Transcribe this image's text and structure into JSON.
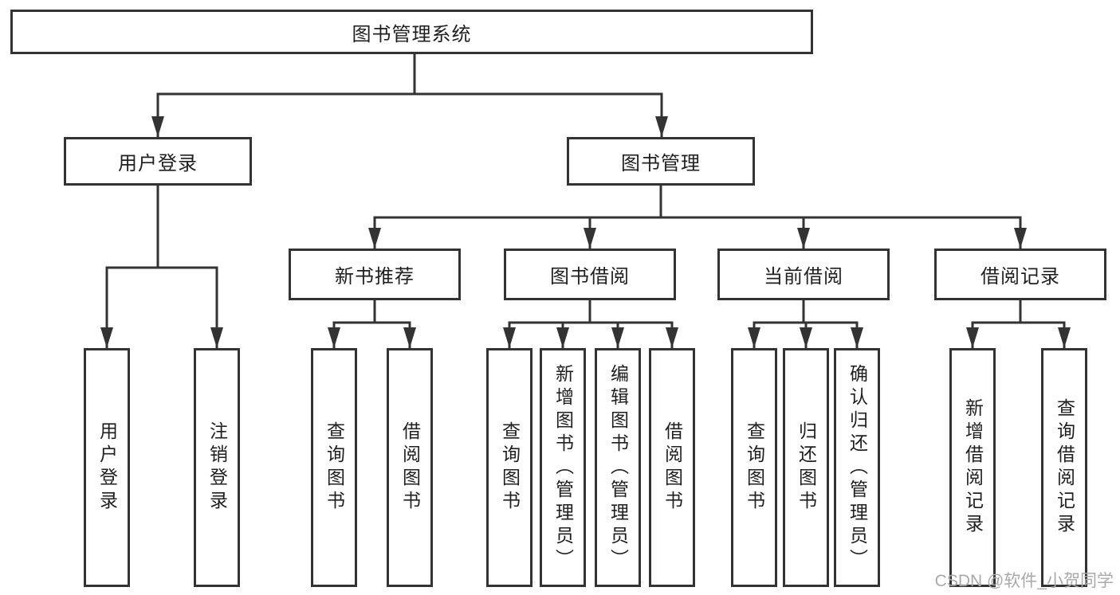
{
  "diagram_title": "图书管理系统",
  "nodes": {
    "root": "图书管理系统",
    "user_login": "用户登录",
    "book_mgmt": "图书管理",
    "new_book": "新书推荐",
    "book_borrow": "图书借阅",
    "current_borrow": "当前借阅",
    "borrow_record": "借阅记录",
    "ul_children": [
      "用户登录",
      "注销登录"
    ],
    "nb_children": [
      "查询图书",
      "借阅图书"
    ],
    "bb_children": [
      "查询图书",
      "新增图书（管理员）",
      "编辑图书（管理员）",
      "借阅图书"
    ],
    "cb_children": [
      "查询图书",
      "归还图书",
      "确认归还（管理员）"
    ],
    "br_children": [
      "新增借阅记录",
      "查询借阅记录"
    ]
  },
  "watermark": "CSDN @软件_小贺同学",
  "colors": {
    "line": "#333333",
    "text": "#1f1f1f",
    "box_background": "#ffffff",
    "watermark": "#a9a9a9",
    "background": "#ffffff"
  }
}
